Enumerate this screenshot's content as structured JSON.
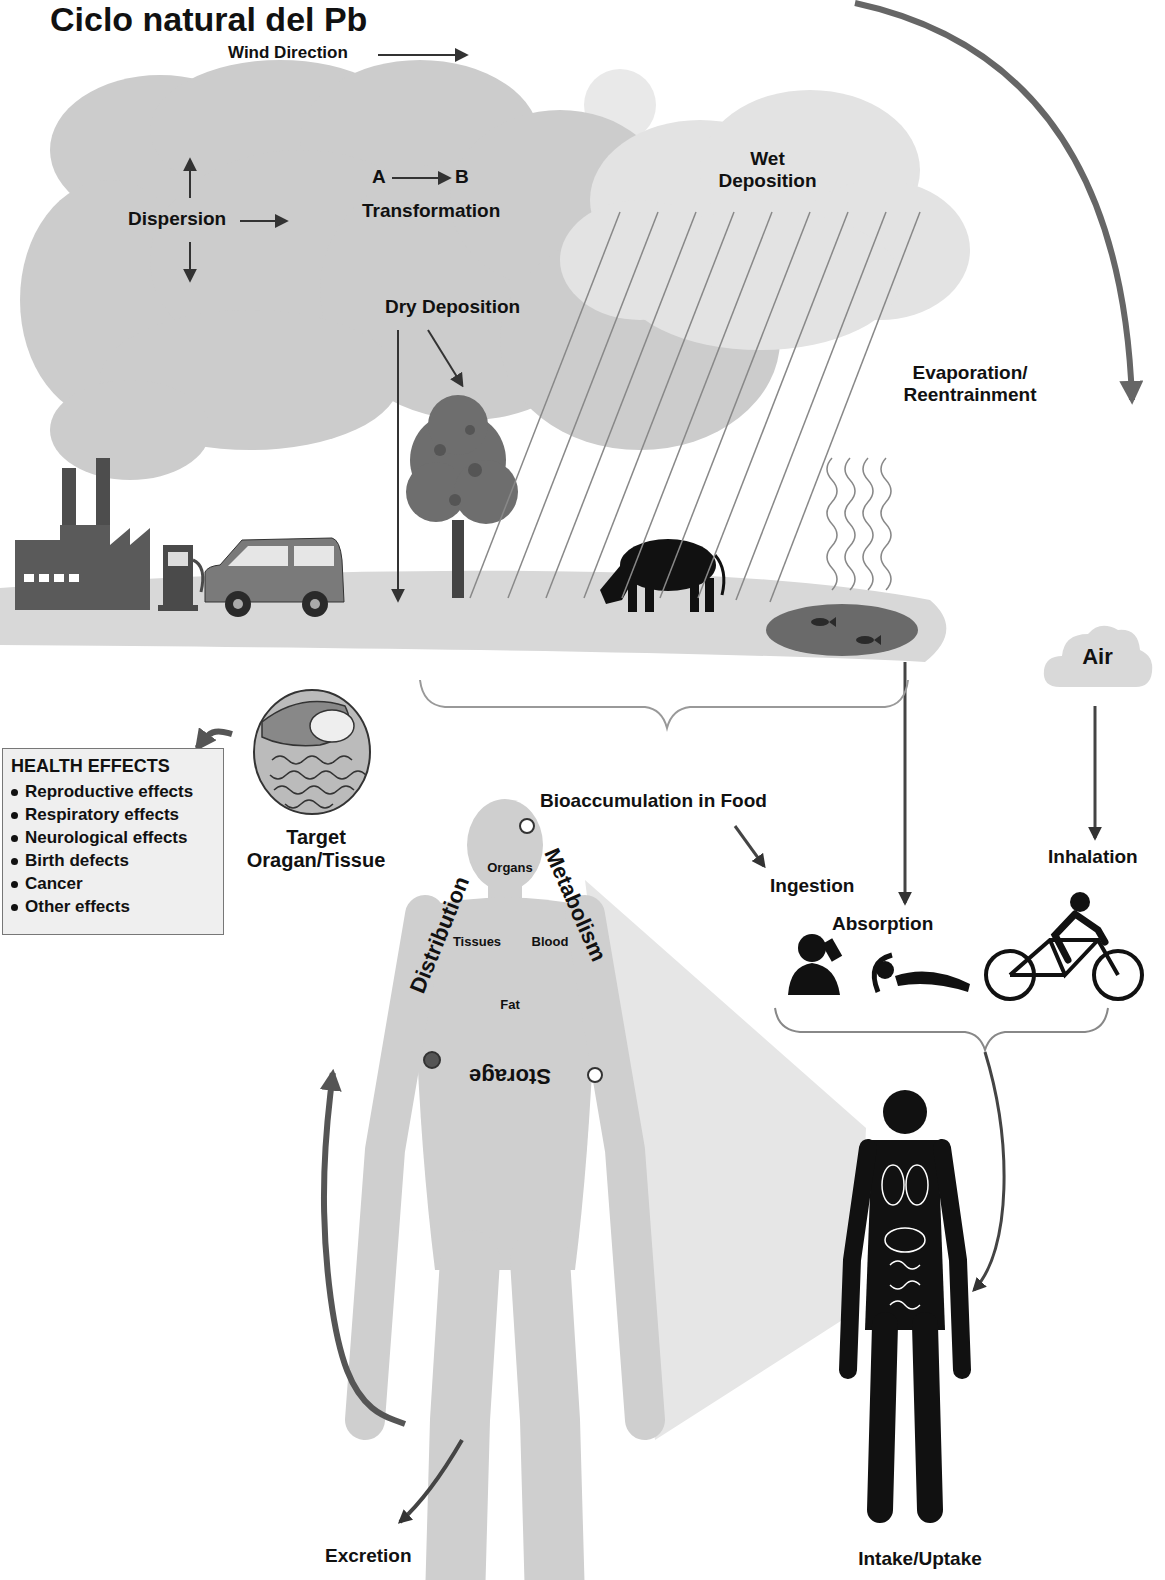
{
  "diagram": {
    "title": "Ciclo natural del Pb",
    "nodes": [
      {
        "text": [
          "Air"
        ]
      },
      {
        "text": [
          "Target Oragan/Tissue"
        ]
      },
      {
        "text": [
          "HEALTH EFFECTS",
          "Reproductive effects",
          "Respiratory effects",
          "Neurological effects",
          "Birth defects",
          "Cancer",
          "Other effects"
        ]
      },
      {
        "text": [
          "Distribution",
          "Metabolism",
          "Storage",
          "Organs",
          "Tissues",
          "Blood",
          "Fat"
        ]
      },
      {
        "text": [
          "Intake/Uptake"
        ]
      }
    ],
    "edges": [
      {
        "from": 3,
        "to": 1,
        "arrow": "to"
      },
      {
        "from": 1,
        "to": 2,
        "arrow": "to"
      }
    ],
    "labels": [
      "Wind Direction",
      "Dispersion",
      "A",
      "B",
      "Transformation",
      "Wet Deposition",
      "Dry Deposition",
      "Evaporation/ Reentrainment",
      "Bioaccumulation in Food",
      "Ingestion",
      "Absorption",
      "Inhalation",
      "Excretion"
    ]
  }
}
